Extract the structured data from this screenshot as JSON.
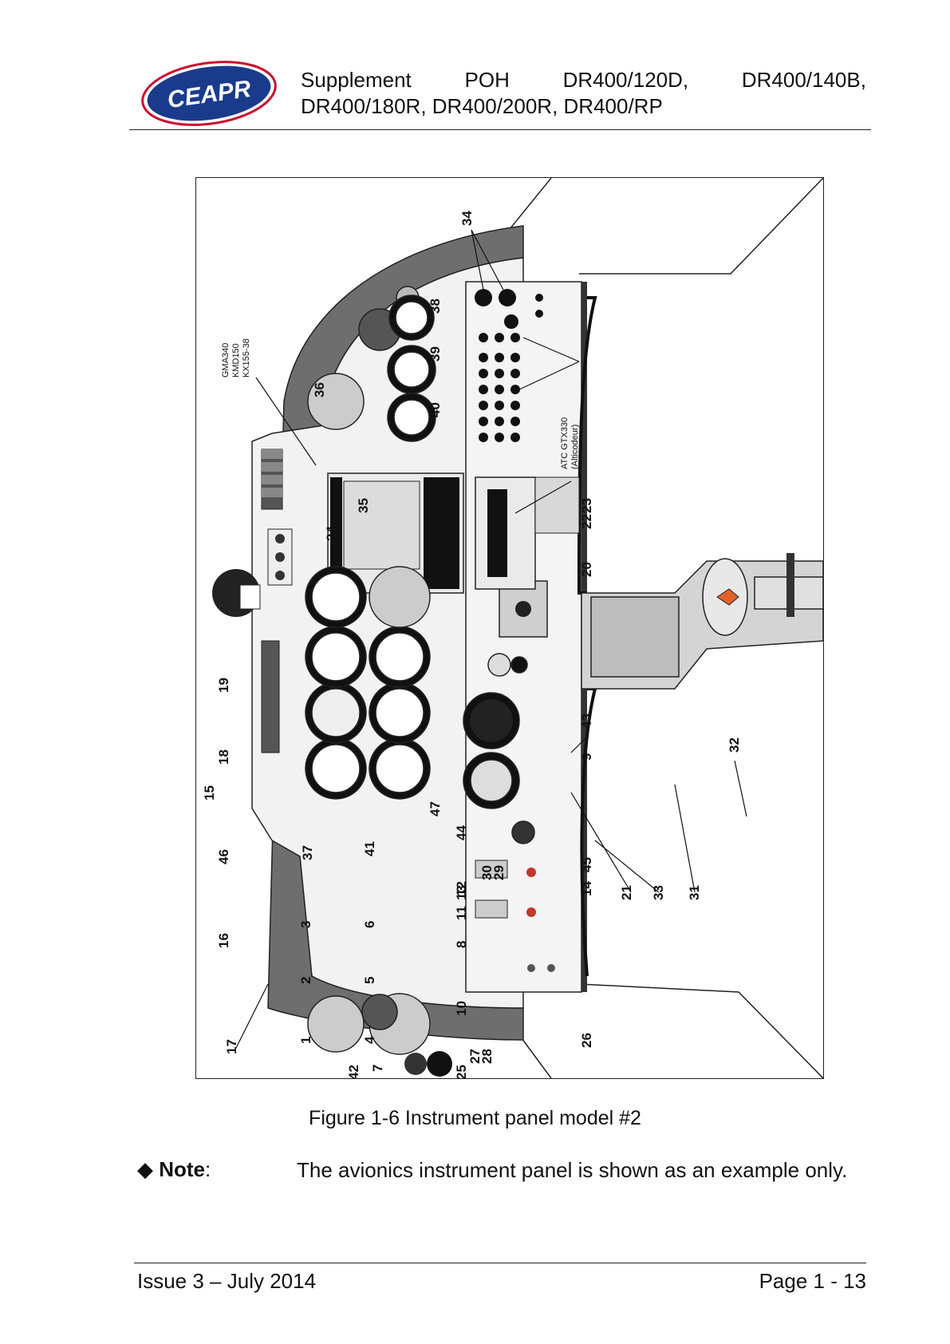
{
  "header": {
    "logo_text": "CEAPR",
    "line1": [
      "Supplement",
      "POH",
      "DR400/120D,",
      "DR400/140B,"
    ],
    "line2": "DR400/180R, DR400/200R, DR400/RP"
  },
  "figure": {
    "caption": "Figure 1-6 Instrument panel model #2",
    "annotations": {
      "avionics": [
        "GMA340",
        "KMD150",
        "KX155-38"
      ],
      "transponder": [
        "ATC GTX330",
        "(Alticodeur)"
      ]
    },
    "callouts": [
      "1",
      "2",
      "3",
      "4",
      "5",
      "6",
      "7",
      "8",
      "9",
      "10",
      "11",
      "12",
      "13",
      "14",
      "15",
      "16",
      "17",
      "18",
      "19",
      "20",
      "21",
      "22",
      "23",
      "24",
      "25",
      "26",
      "27",
      "28",
      "29",
      "30",
      "31",
      "32",
      "33",
      "34",
      "35",
      "36",
      "37",
      "38",
      "39",
      "40",
      "41",
      "42",
      "43",
      "44",
      "45",
      "46",
      "47"
    ]
  },
  "note": {
    "label": "Note",
    "colon": ":",
    "text": "The avionics instrument panel is shown as an example only."
  },
  "footer": {
    "issue": "Issue 3 – July 2014",
    "page": "Page 1 - 13"
  }
}
